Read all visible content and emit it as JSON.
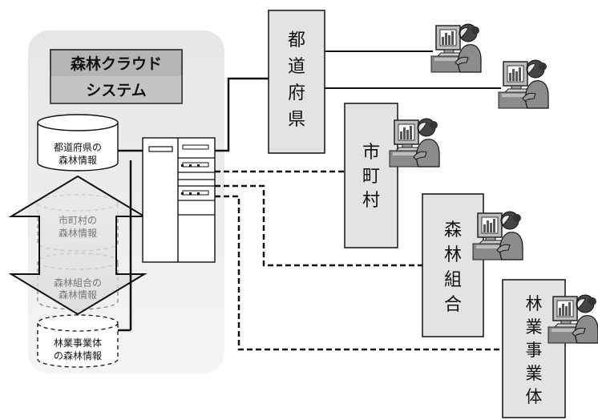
{
  "system_title": {
    "line1": "森林クラウド",
    "line2": "システム"
  },
  "databases": {
    "prefecture": {
      "line1": "都道府県の",
      "line2": "森林情報"
    },
    "municipality": {
      "line1": "市町村の",
      "line2": "森林情報"
    },
    "cooperative": {
      "line1": "森林組合の",
      "line2": "森林情報"
    },
    "forestry_operator": {
      "line1": "林業事業体",
      "line2": "の森林情報"
    }
  },
  "organizations": {
    "prefecture": [
      "都",
      "道",
      "府",
      "県"
    ],
    "municipality": [
      "市",
      "町",
      "村"
    ],
    "cooperative": [
      "森",
      "林",
      "組",
      "合"
    ],
    "forestry_operator": [
      "林",
      "業",
      "事",
      "業",
      "体"
    ]
  }
}
